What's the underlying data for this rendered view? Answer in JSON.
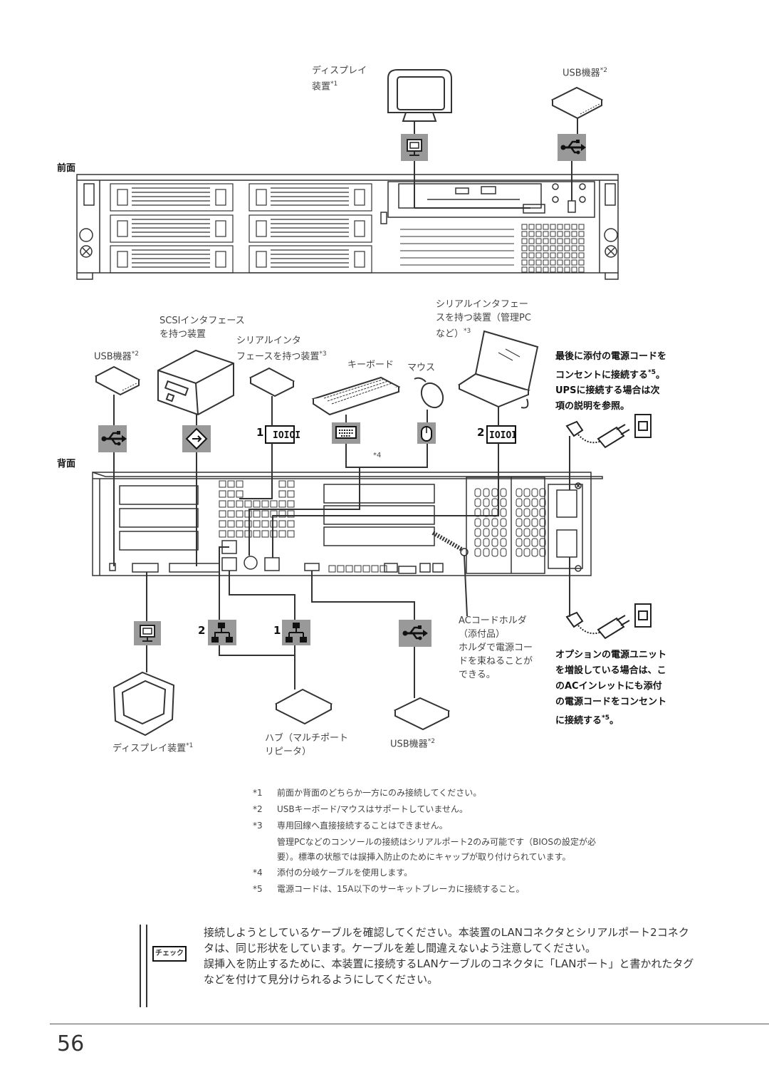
{
  "front": {
    "section_label": "前面",
    "display_label_1": "ディスプレイ",
    "display_label_2": "装置",
    "display_sup": "*1",
    "usb_label": "USB機器",
    "usb_sup": "*2"
  },
  "rear": {
    "section_label": "背面",
    "usb_label": "USB機器",
    "usb_sup": "*2",
    "scsi_label_1": "SCSIインタフェース",
    "scsi_label_2": "を持つ装置",
    "serial1_label_1": "シリアルインタ",
    "serial1_label_2": "フェースを持つ装置",
    "serial1_sup": "*3",
    "keyboard_label": "キーボード",
    "mouse_label": "マウス",
    "serial2_label_1": "シリアルインタフェー",
    "serial2_label_2": "スを持つ装置（管理PC",
    "serial2_label_3": "など）",
    "serial2_sup": "*3",
    "power_note_1": "最後に添付の電源コードを",
    "power_note_2": "コンセントに接続する",
    "power_note_2_sup": "*5",
    "power_note_2_end": "。",
    "power_note_3": "UPSに接続する場合は次",
    "power_note_4": "項の説明を参照。",
    "port1_num": "1",
    "port2_num": "2",
    "split_note": "*4",
    "lan2_num": "2",
    "lan1_num": "1",
    "cord_holder_1": "ACコードホルダ",
    "cord_holder_2": "（添付品）",
    "cord_holder_3": "ホルダで電源コー",
    "cord_holder_4": "ドを束ねることが",
    "cord_holder_5": "できる。",
    "option_note_1": "オプションの電源ユニット",
    "option_note_2": "を増設している場合は、こ",
    "option_note_3": "のACインレットにも添付",
    "option_note_4": "の電源コードをコンセント",
    "option_note_5": "に接続する",
    "option_note_5_sup": "*5",
    "option_note_5_end": "。",
    "display_label": "ディスプレイ装置",
    "display_sup": "*1",
    "hub_label_1": "ハブ（マルチポート",
    "hub_label_2": "リピータ）",
    "usb2_label": "USB機器",
    "usb2_sup": "*2"
  },
  "notes": [
    {
      "mark": "*1",
      "text": "前面か背面のどちらか一方にのみ接続してください。"
    },
    {
      "mark": "*2",
      "text": "USBキーボード/マウスはサポートしていません。"
    },
    {
      "mark": "*3",
      "text": "専用回線へ直接接続することはできません。"
    },
    {
      "mark": "",
      "text": "管理PCなどのコンソールの接続はシリアルポート2のみ可能です（BIOSの設定が必"
    },
    {
      "mark": "",
      "text": "要）。標準の状態では誤挿入防止のためにキャップが取り付けられています。"
    },
    {
      "mark": "*4",
      "text": "添付の分岐ケーブルを使用します。"
    },
    {
      "mark": "*5",
      "text": "電源コードは、15A以下のサーキットブレーカに接続すること。"
    }
  ],
  "check": {
    "badge": "チェック",
    "para1": "接続しようとしているケーブルを確認してください。本装置のLANコネクタとシリアルポート2コネクタは、同じ形状をしています。ケーブルを差し間違えないよう注意してください。",
    "para2": "誤挿入を防止するために、本装置に接続するLANケーブルのコネクタに「LANポート」と書かれたタグなどを付けて見分けられるようにしてください。"
  },
  "page_number": "56"
}
